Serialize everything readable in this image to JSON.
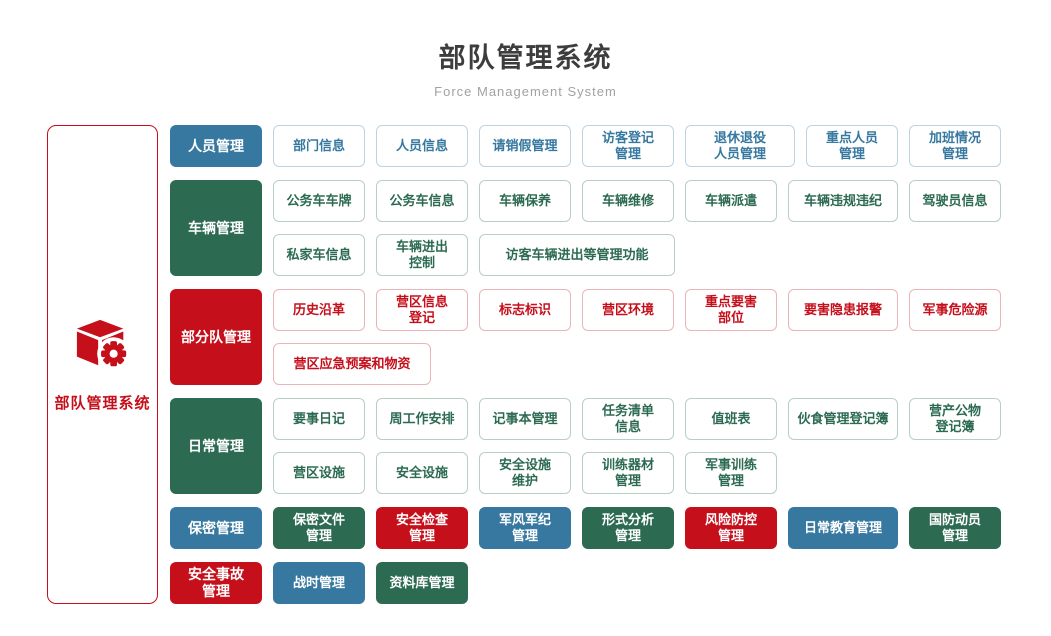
{
  "header": {
    "title": "部队管理系统",
    "subtitle": "Force Management System"
  },
  "root": {
    "label": "部队管理系统",
    "icon": "cube-gear-icon"
  },
  "colors": {
    "blue": "#36789f",
    "green": "#2c6a52",
    "red": "#c5101c",
    "blue_border": "#bcd3e2",
    "green_border": "#b7d0c6",
    "red_border": "#eab5b9"
  },
  "rows": [
    {
      "category": {
        "label": "人员管理",
        "color": "blue"
      },
      "lines": [
        [
          {
            "label": "部门信息",
            "color": "blue"
          },
          {
            "label": "人员信息",
            "color": "blue"
          },
          {
            "label": "请销假管理",
            "color": "blue"
          },
          {
            "label": "访客登记\n管理",
            "color": "blue"
          },
          {
            "label": "退休退役\n人员管理",
            "color": "blue"
          },
          {
            "label": "重点人员\n管理",
            "color": "blue"
          },
          {
            "label": "加班情况\n管理",
            "color": "blue"
          }
        ]
      ]
    },
    {
      "category": {
        "label": "车辆管理",
        "color": "green"
      },
      "lines": [
        [
          {
            "label": "公务车车牌",
            "color": "green"
          },
          {
            "label": "公务车信息",
            "color": "green"
          },
          {
            "label": "车辆保养",
            "color": "green"
          },
          {
            "label": "车辆维修",
            "color": "green"
          },
          {
            "label": "车辆派遣",
            "color": "green"
          },
          {
            "label": "车辆违规违纪",
            "color": "green"
          },
          {
            "label": "驾驶员信息",
            "color": "green"
          }
        ],
        [
          {
            "label": "私家车信息",
            "color": "green"
          },
          {
            "label": "车辆进出\n控制",
            "color": "green"
          },
          {
            "label": "访客车辆进出等管理功能",
            "color": "green"
          }
        ]
      ]
    },
    {
      "category": {
        "label": "部分队管理",
        "color": "red"
      },
      "lines": [
        [
          {
            "label": "历史沿革",
            "color": "red"
          },
          {
            "label": "营区信息\n登记",
            "color": "red"
          },
          {
            "label": "标志标识",
            "color": "red"
          },
          {
            "label": "营区环境",
            "color": "red"
          },
          {
            "label": "重点要害\n部位",
            "color": "red"
          },
          {
            "label": "要害隐患报警",
            "color": "red"
          },
          {
            "label": "军事危险源",
            "color": "red"
          }
        ],
        [
          {
            "label": "营区应急预案和物资",
            "color": "red"
          }
        ]
      ]
    },
    {
      "category": {
        "label": "日常管理",
        "color": "green"
      },
      "lines": [
        [
          {
            "label": "要事日记",
            "color": "green"
          },
          {
            "label": "周工作安排",
            "color": "green"
          },
          {
            "label": "记事本管理",
            "color": "green"
          },
          {
            "label": "任务清单\n信息",
            "color": "green"
          },
          {
            "label": "值班表",
            "color": "green"
          },
          {
            "label": "伙食管理登记簿",
            "color": "green"
          },
          {
            "label": "营产公物\n登记簿",
            "color": "green"
          }
        ],
        [
          {
            "label": "营区设施",
            "color": "green"
          },
          {
            "label": "安全设施",
            "color": "green"
          },
          {
            "label": "安全设施\n维护",
            "color": "green"
          },
          {
            "label": "训练器材\n管理",
            "color": "green"
          },
          {
            "label": "军事训练\n管理",
            "color": "green"
          }
        ]
      ]
    },
    {
      "category": {
        "label": "保密管理",
        "color": "blue"
      },
      "lines": [
        [
          {
            "label": "保密文件\n管理",
            "color": "green"
          },
          {
            "label": "安全检查\n管理",
            "color": "red"
          },
          {
            "label": "军风军纪\n管理",
            "color": "blue"
          },
          {
            "label": "形式分析\n管理",
            "color": "green"
          },
          {
            "label": "风险防控\n管理",
            "color": "red"
          },
          {
            "label": "日常教育管理",
            "color": "blue"
          },
          {
            "label": "国防动员\n管理",
            "color": "green"
          }
        ]
      ]
    },
    {
      "category": {
        "label": "安全事故\n管理",
        "color": "red"
      },
      "lines": [
        [
          {
            "label": "战时管理",
            "color": "blue"
          },
          {
            "label": "资料库管理",
            "color": "green"
          }
        ]
      ]
    }
  ]
}
